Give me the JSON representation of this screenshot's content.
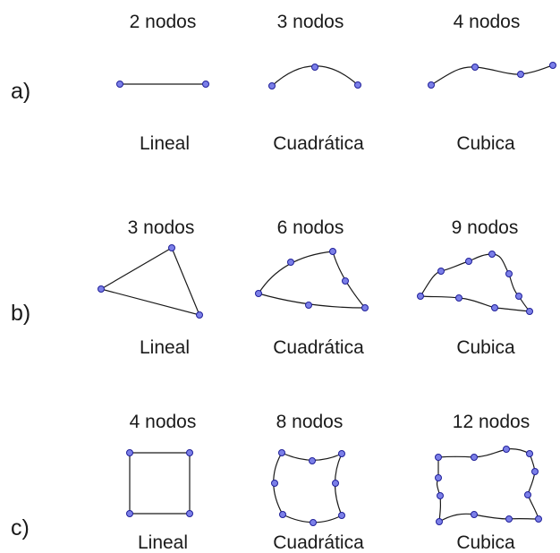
{
  "rows": [
    {
      "label": "a)",
      "elements": [
        {
          "nodes_label": "2 nodos",
          "type_label": "Lineal"
        },
        {
          "nodes_label": "3 nodos",
          "type_label": "Cuadrática"
        },
        {
          "nodes_label": "4 nodos",
          "type_label": "Cubica"
        }
      ]
    },
    {
      "label": "b)",
      "elements": [
        {
          "nodes_label": "3 nodos",
          "type_label": "Lineal"
        },
        {
          "nodes_label": "6 nodos",
          "type_label": "Cuadrática"
        },
        {
          "nodes_label": "9 nodos",
          "type_label": "Cubica"
        }
      ]
    },
    {
      "label": "c)",
      "elements": [
        {
          "nodes_label": "4 nodos",
          "type_label": "Lineal"
        },
        {
          "nodes_label": "8 nodos",
          "type_label": "Cuadrática"
        },
        {
          "nodes_label": "12 nodos",
          "type_label": "Cubica"
        }
      ]
    }
  ],
  "colors": {
    "node_fill": "#7b7fe8",
    "node_stroke": "#20209a",
    "edge": "#1a1a1a"
  }
}
